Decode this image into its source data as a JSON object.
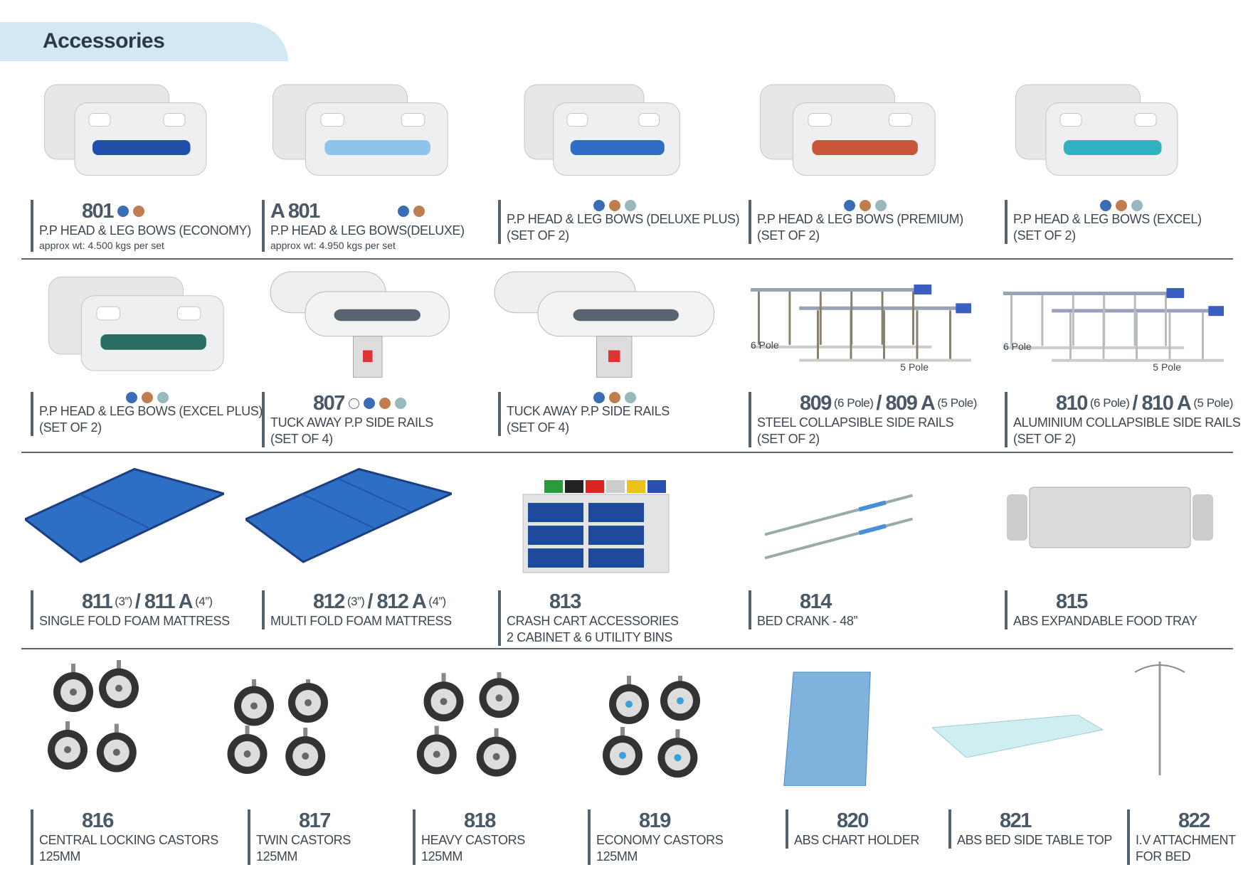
{
  "header": {
    "title": "Accessories"
  },
  "colors": {
    "blue": "#3b6db7",
    "brown": "#c07d4f",
    "teal": "#97b8bc",
    "white": "#ffffff"
  },
  "items": [
    {
      "image": "bows-economy",
      "code": [
        {
          "t": "801",
          "big": true
        }
      ],
      "dots": [
        "blue",
        "brown"
      ],
      "lines": [
        "P.P HEAD & LEG BOWS (ECONOMY)"
      ],
      "sub": "approx wt: 4.500 kgs per set"
    },
    {
      "image": "bows-deluxe",
      "code": [
        {
          "t": "A 801",
          "big": true
        }
      ],
      "dots": [
        "blue",
        "brown"
      ],
      "lines": [
        "P.P HEAD & LEG BOWS(DELUXE)"
      ],
      "sub": "approx wt: 4.950 kgs per set"
    },
    {
      "image": "bows-deluxe-plus",
      "code": [],
      "dots": [
        "blue",
        "brown",
        "teal"
      ],
      "lines": [
        "P.P HEAD & LEG BOWS (DELUXE PLUS)",
        "(SET OF 2)"
      ]
    },
    {
      "image": "bows-premium",
      "code": [],
      "dots": [
        "blue",
        "brown",
        "teal"
      ],
      "lines": [
        "P.P HEAD & LEG BOWS (PREMIUM)",
        "(SET OF 2)"
      ]
    },
    {
      "image": "bows-excel",
      "code": [],
      "dots": [
        "blue",
        "brown",
        "teal"
      ],
      "lines": [
        "P.P HEAD & LEG BOWS (EXCEL)",
        "(SET OF 2)"
      ]
    },
    {
      "image": "bows-excel-plus",
      "code": [],
      "dots": [
        "blue",
        "brown",
        "teal"
      ],
      "lines": [
        "P.P HEAD & LEG BOWS (EXCEL PLUS)",
        "(SET OF 2)"
      ]
    },
    {
      "image": "tuck-rails",
      "code": [
        {
          "t": "807",
          "big": true
        }
      ],
      "dots": [
        "white",
        "blue",
        "brown",
        "teal"
      ],
      "lines": [
        "TUCK AWAY P.P SIDE RAILS",
        "(SET OF 4)"
      ]
    },
    {
      "image": "tuck-rails-2",
      "code": [],
      "dots": [
        "blue",
        "brown",
        "teal"
      ],
      "lines": [
        "TUCK AWAY P.P SIDE RAILS",
        "(SET OF 4)"
      ]
    },
    {
      "image": "steel-rails",
      "poles": [
        "6 Pole",
        "5 Pole"
      ],
      "code": [
        {
          "t": "809",
          "big": true
        },
        {
          "t": "(6 Pole)",
          "big": false
        },
        {
          "t": "/ 809 A",
          "big": true
        },
        {
          "t": "(5 Pole)",
          "big": false
        }
      ],
      "dots": [],
      "lines": [
        "STEEL COLLAPSIBLE SIDE RAILS",
        "(SET OF 2)"
      ]
    },
    {
      "image": "alu-rails",
      "poles": [
        "6 Pole",
        "5 Pole"
      ],
      "code": [
        {
          "t": "810",
          "big": true
        },
        {
          "t": "(6 Pole)",
          "big": false
        },
        {
          "t": "/ 810 A",
          "big": true
        },
        {
          "t": "(5 Pole)",
          "big": false
        }
      ],
      "dots": [],
      "lines": [
        "ALUMINIUM COLLAPSIBLE SIDE RAILS",
        "(SET OF 2)"
      ]
    },
    {
      "image": "mattress-single",
      "code": [
        {
          "t": "811",
          "big": true
        },
        {
          "t": "(3”)",
          "big": false
        },
        {
          "t": "/ 811 A",
          "big": true
        },
        {
          "t": "(4”)",
          "big": false
        }
      ],
      "dots": [],
      "lines": [
        "SINGLE FOLD FOAM MATTRESS"
      ]
    },
    {
      "image": "mattress-multi",
      "code": [
        {
          "t": "812",
          "big": true
        },
        {
          "t": "(3”)",
          "big": false
        },
        {
          "t": "/ 812 A",
          "big": true
        },
        {
          "t": "(4”)",
          "big": false
        }
      ],
      "dots": [],
      "lines": [
        "MULTI FOLD FOAM MATTRESS"
      ]
    },
    {
      "image": "cabinet",
      "code": [
        {
          "t": "813",
          "big": true
        }
      ],
      "dots": [],
      "lines": [
        "CRASH CART ACCESSORIES",
        "2 CABINET & 6 UTILITY BINS"
      ]
    },
    {
      "image": "crank",
      "code": [
        {
          "t": "814",
          "big": true
        }
      ],
      "dots": [],
      "lines": [
        "BED CRANK - 48”"
      ]
    },
    {
      "image": "tray",
      "code": [
        {
          "t": "815",
          "big": true
        }
      ],
      "dots": [],
      "lines": [
        "ABS EXPANDABLE FOOD TRAY"
      ]
    },
    {
      "image": "castors-central",
      "code": [
        {
          "t": "816",
          "big": true
        }
      ],
      "dots": [],
      "lines": [
        "CENTRAL LOCKING CASTORS",
        "125MM"
      ]
    },
    {
      "image": "castors-twin",
      "code": [
        {
          "t": "817",
          "big": true
        }
      ],
      "dots": [],
      "lines": [
        "TWIN CASTORS",
        "125MM"
      ]
    },
    {
      "image": "castors-heavy",
      "code": [
        {
          "t": "818",
          "big": true
        }
      ],
      "dots": [],
      "lines": [
        "HEAVY CASTORS",
        "125MM"
      ]
    },
    {
      "image": "castors-economy",
      "code": [
        {
          "t": "819",
          "big": true
        }
      ],
      "dots": [],
      "lines": [
        "ECONOMY CASTORS",
        "125MM"
      ]
    },
    {
      "image": "chart-holder",
      "code": [
        {
          "t": "820",
          "big": true
        }
      ],
      "dots": [],
      "lines": [
        "ABS CHART HOLDER"
      ]
    },
    {
      "image": "table-top",
      "code": [
        {
          "t": "821",
          "big": true
        }
      ],
      "dots": [],
      "lines": [
        "ABS BED SIDE TABLE TOP"
      ]
    },
    {
      "image": "iv-stand",
      "code": [
        {
          "t": "822",
          "big": true
        }
      ],
      "dots": [],
      "lines": [
        "I.V ATTACHMENT",
        "FOR BED"
      ]
    }
  ]
}
